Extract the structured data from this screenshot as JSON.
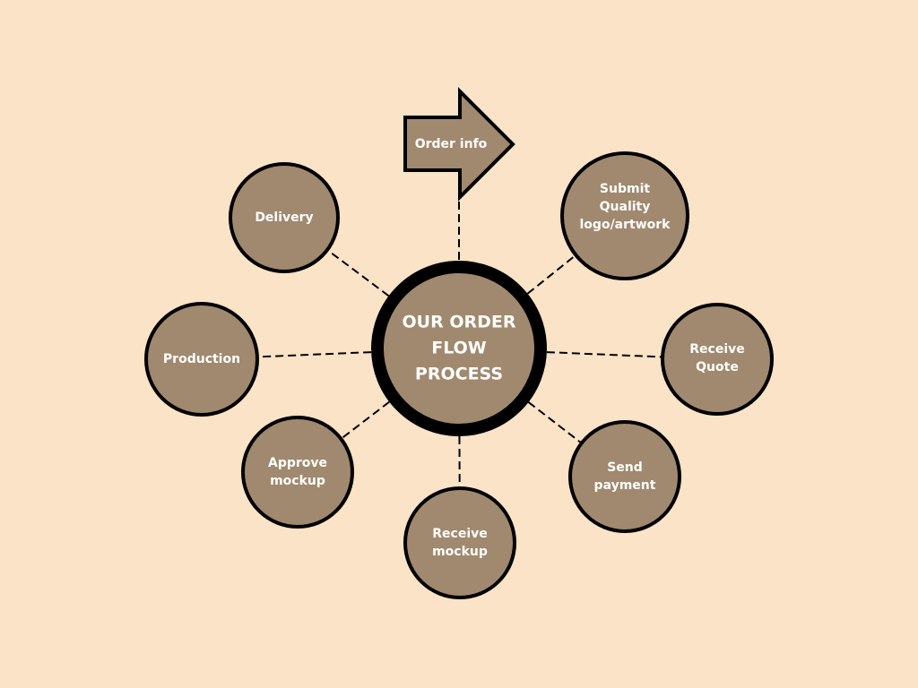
{
  "colors": {
    "background": "#FAE3C6",
    "node_fill": "#A0896E",
    "stroke": "#000000",
    "text": "#FFFFFF"
  },
  "center": {
    "label": "OUR ORDER\nFLOW\nPROCESS"
  },
  "arrow": {
    "label": "Order info"
  },
  "nodes": [
    {
      "id": "delivery",
      "label": "Delivery"
    },
    {
      "id": "submit",
      "label": "Submit\nQuality\nlogo/artwork"
    },
    {
      "id": "production",
      "label": "Production"
    },
    {
      "id": "receive-quote",
      "label": "Receive\nQuote"
    },
    {
      "id": "approve-mockup",
      "label": "Approve\nmockup"
    },
    {
      "id": "send-payment",
      "label": "Send\npayment"
    },
    {
      "id": "receive-mockup",
      "label": "Receive\nmockup"
    }
  ]
}
